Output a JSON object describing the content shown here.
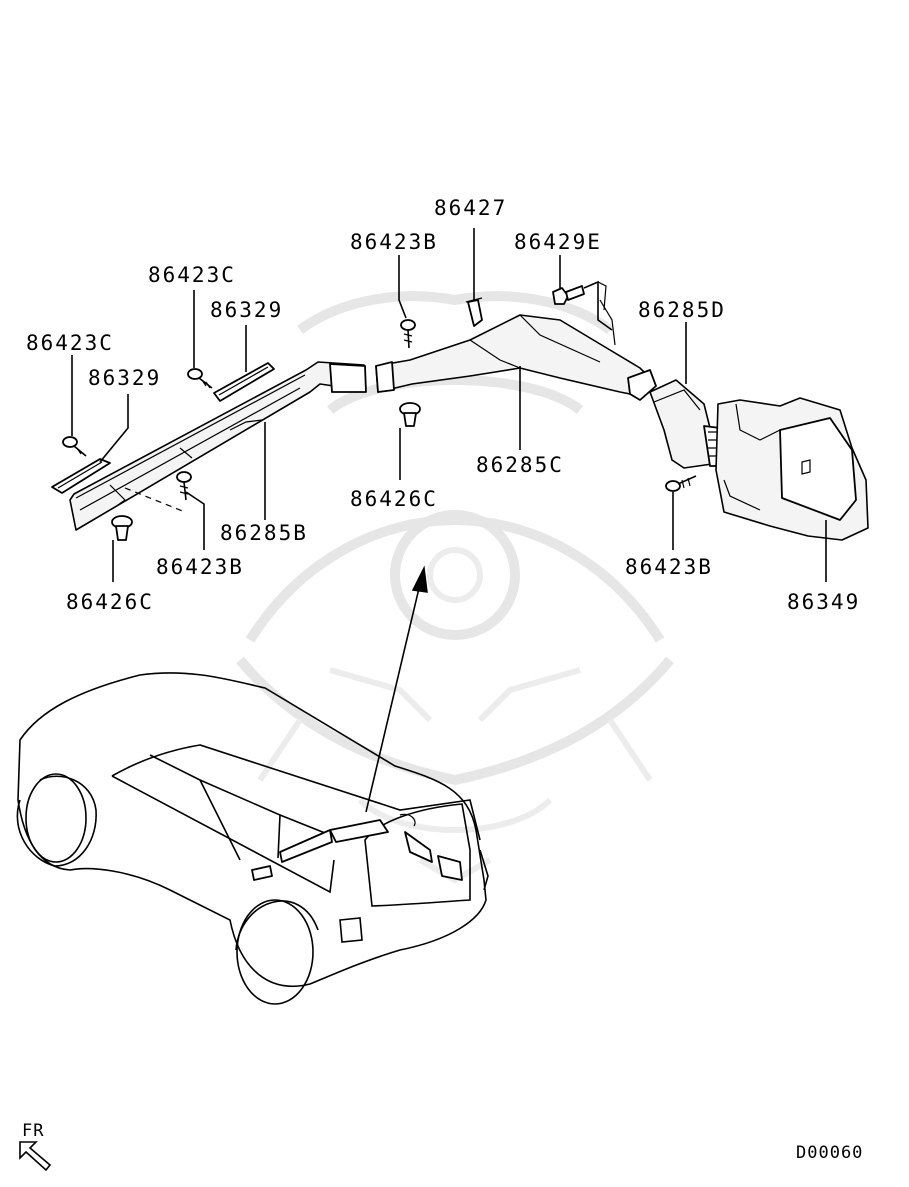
{
  "labels": {
    "p86427": "86427",
    "p86423B_top": "86423B",
    "p86429E": "86429E",
    "p86423C_upper": "86423C",
    "p86329_upper": "86329",
    "p86285D": "86285D",
    "p86423C_lower": "86423C",
    "p86329_lower": "86329",
    "p86285C": "86285C",
    "p86285B": "86285B",
    "p86426C_mid": "86426C",
    "p86423B_mid": "86423B",
    "p86423B_right": "86423B",
    "p86349": "86349",
    "p86426C_left": "86426C"
  },
  "footer": {
    "direction": "FR",
    "diagram_code": "D00060"
  }
}
